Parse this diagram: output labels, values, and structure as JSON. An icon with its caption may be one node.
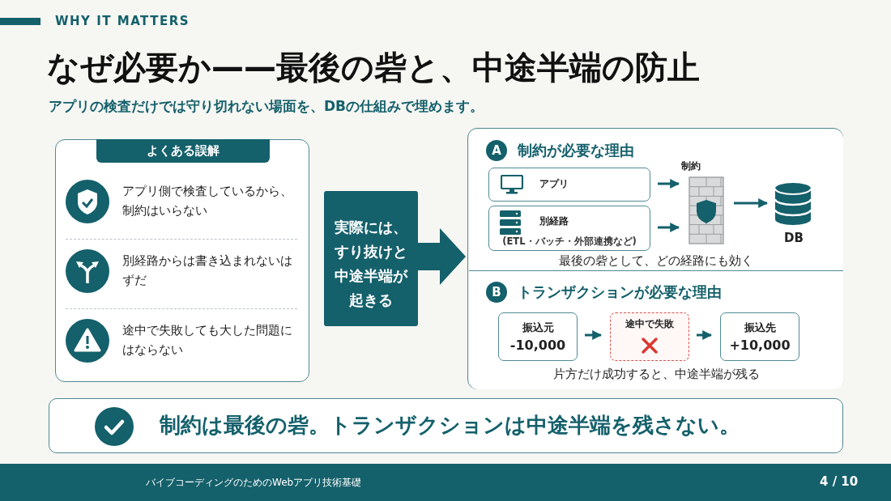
{
  "diagram": {
    "title": "なぜ必要か——最後の砦と、中途半端の防止",
    "nodes": [
      {
        "text": [
          "よくある誤解",
          "アプリ側で検査しているから、制約はいらない",
          "別経路からは書き込まれないはずだ",
          "途中で失敗しても大した問題にはならない"
        ]
      },
      {
        "text": [
          "実際には、すり抜けと中途半端が起きる"
        ]
      },
      {
        "text": [],
        "shape": "box"
      },
      {
        "text": [
          "A",
          "制約が必要な理由",
          "最後の砦として、どの経路にも効く"
        ],
        "in": 2
      },
      {
        "text": [
          "アプリ"
        ],
        "in": 3
      },
      {
        "text": [
          "別経路",
          "(ETL・バッチ・外部連携など)"
        ],
        "in": 3
      },
      {
        "text": [],
        "shape": "wall",
        "beside": [
          "制約"
        ],
        "in": 3
      },
      {
        "text": [],
        "shape": "cylinder",
        "beside": [
          "DB"
        ],
        "in": 3
      },
      {
        "text": [
          "B",
          "トランザクションが必要な理由",
          "片方だけ成功すると、中途半端が残る"
        ],
        "in": 2
      },
      {
        "text": [
          "振込元",
          "-10,000"
        ],
        "in": 8
      },
      {
        "text": [
          "途中で失敗"
        ],
        "in": 8
      },
      {
        "text": [
          "振込先",
          "+10,000"
        ],
        "in": 8
      },
      {
        "text": [
          "制約は最後の砦。トランザクションは中途半端を残さない。"
        ]
      }
    ],
    "edges": [
      {
        "from": 1,
        "to": 2,
        "arrow": "to",
        "style": "thick"
      },
      {
        "from": 4,
        "to": 6,
        "arrow": "to"
      },
      {
        "from": 5,
        "to": 6,
        "arrow": "to"
      },
      {
        "from": 6,
        "to": 7,
        "arrow": "to"
      },
      {
        "from": 9,
        "to": 10,
        "arrow": "to"
      },
      {
        "from": 10,
        "to": 11,
        "arrow": "to"
      }
    ],
    "labels": [
      "WHY IT MATTERS",
      "アプリの検査だけでは守り切れない場面を、DBの仕組みで埋めます。",
      "バイブコーディングのためのWebアプリ技術基礎",
      "4 / 10"
    ]
  }
}
